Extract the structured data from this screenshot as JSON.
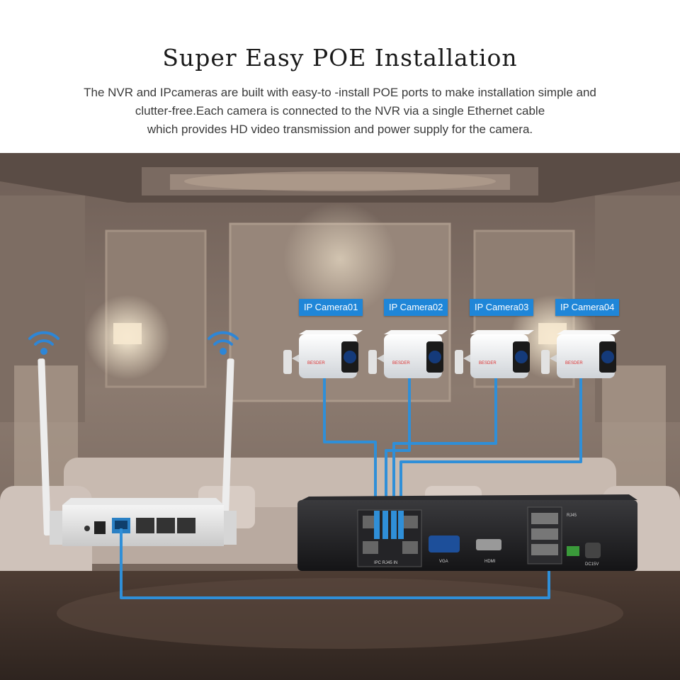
{
  "header": {
    "title": "Super Easy POE Installation",
    "description_lines": [
      "The NVR and IPcameras are built with easy-to -install POE ports to make installation simple and",
      "clutter-free.Each camera is connected to the NVR via a single Ethernet cable",
      "which provides HD video transmission and power supply for the camera."
    ]
  },
  "cameras": [
    {
      "label": "IP Camera01",
      "brand": "BESDER"
    },
    {
      "label": "IP Camera02",
      "brand": "BESDER"
    },
    {
      "label": "IP Camera03",
      "brand": "BESDER"
    },
    {
      "label": "IP Camera04",
      "brand": "BESDER"
    }
  ],
  "nvr": {
    "ipc_ports_label": "IPC RJ45 IN",
    "vga_label": "VGA",
    "hdmi_label": "HDMI",
    "rj45_label": "RJ45",
    "power_label": "DC15V"
  },
  "colors": {
    "cable": "#2f8fd8",
    "label_bg": "#1f86d8",
    "wifi": "#2e86d6"
  }
}
